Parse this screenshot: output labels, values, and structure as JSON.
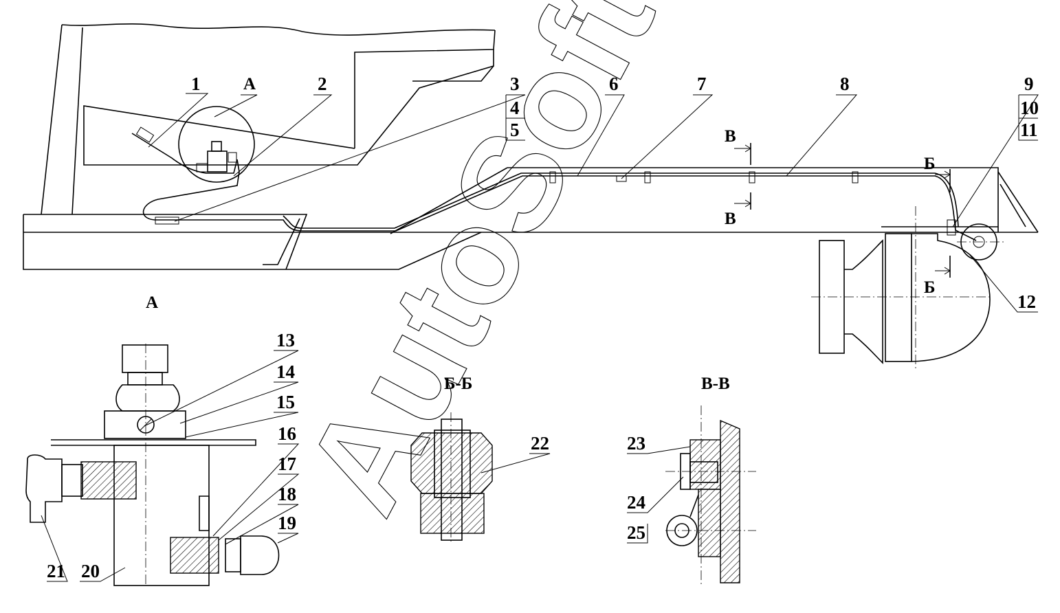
{
  "callouts": {
    "n1": "1",
    "n2": "2",
    "n3": "3",
    "n4": "4",
    "n5": "5",
    "n6": "6",
    "n7": "7",
    "n8": "8",
    "n9": "9",
    "n10": "10",
    "n11": "11",
    "n12": "12",
    "n13": "13",
    "n14": "14",
    "n15": "15",
    "n16": "16",
    "n17": "17",
    "n18": "18",
    "n19": "19",
    "n20": "20",
    "n21": "21",
    "n22": "22",
    "n23": "23",
    "n24": "24",
    "n25": "25"
  },
  "views": {
    "detail_a_mark": "А",
    "detail_a_title": "А",
    "section_b_title": "Б-Б",
    "section_v_title": "В-В",
    "section_b_mark": "Б",
    "section_v_mark": "В"
  },
  "watermark": "AutoSoft",
  "colors": {
    "line": "#000000",
    "background": "#ffffff"
  }
}
